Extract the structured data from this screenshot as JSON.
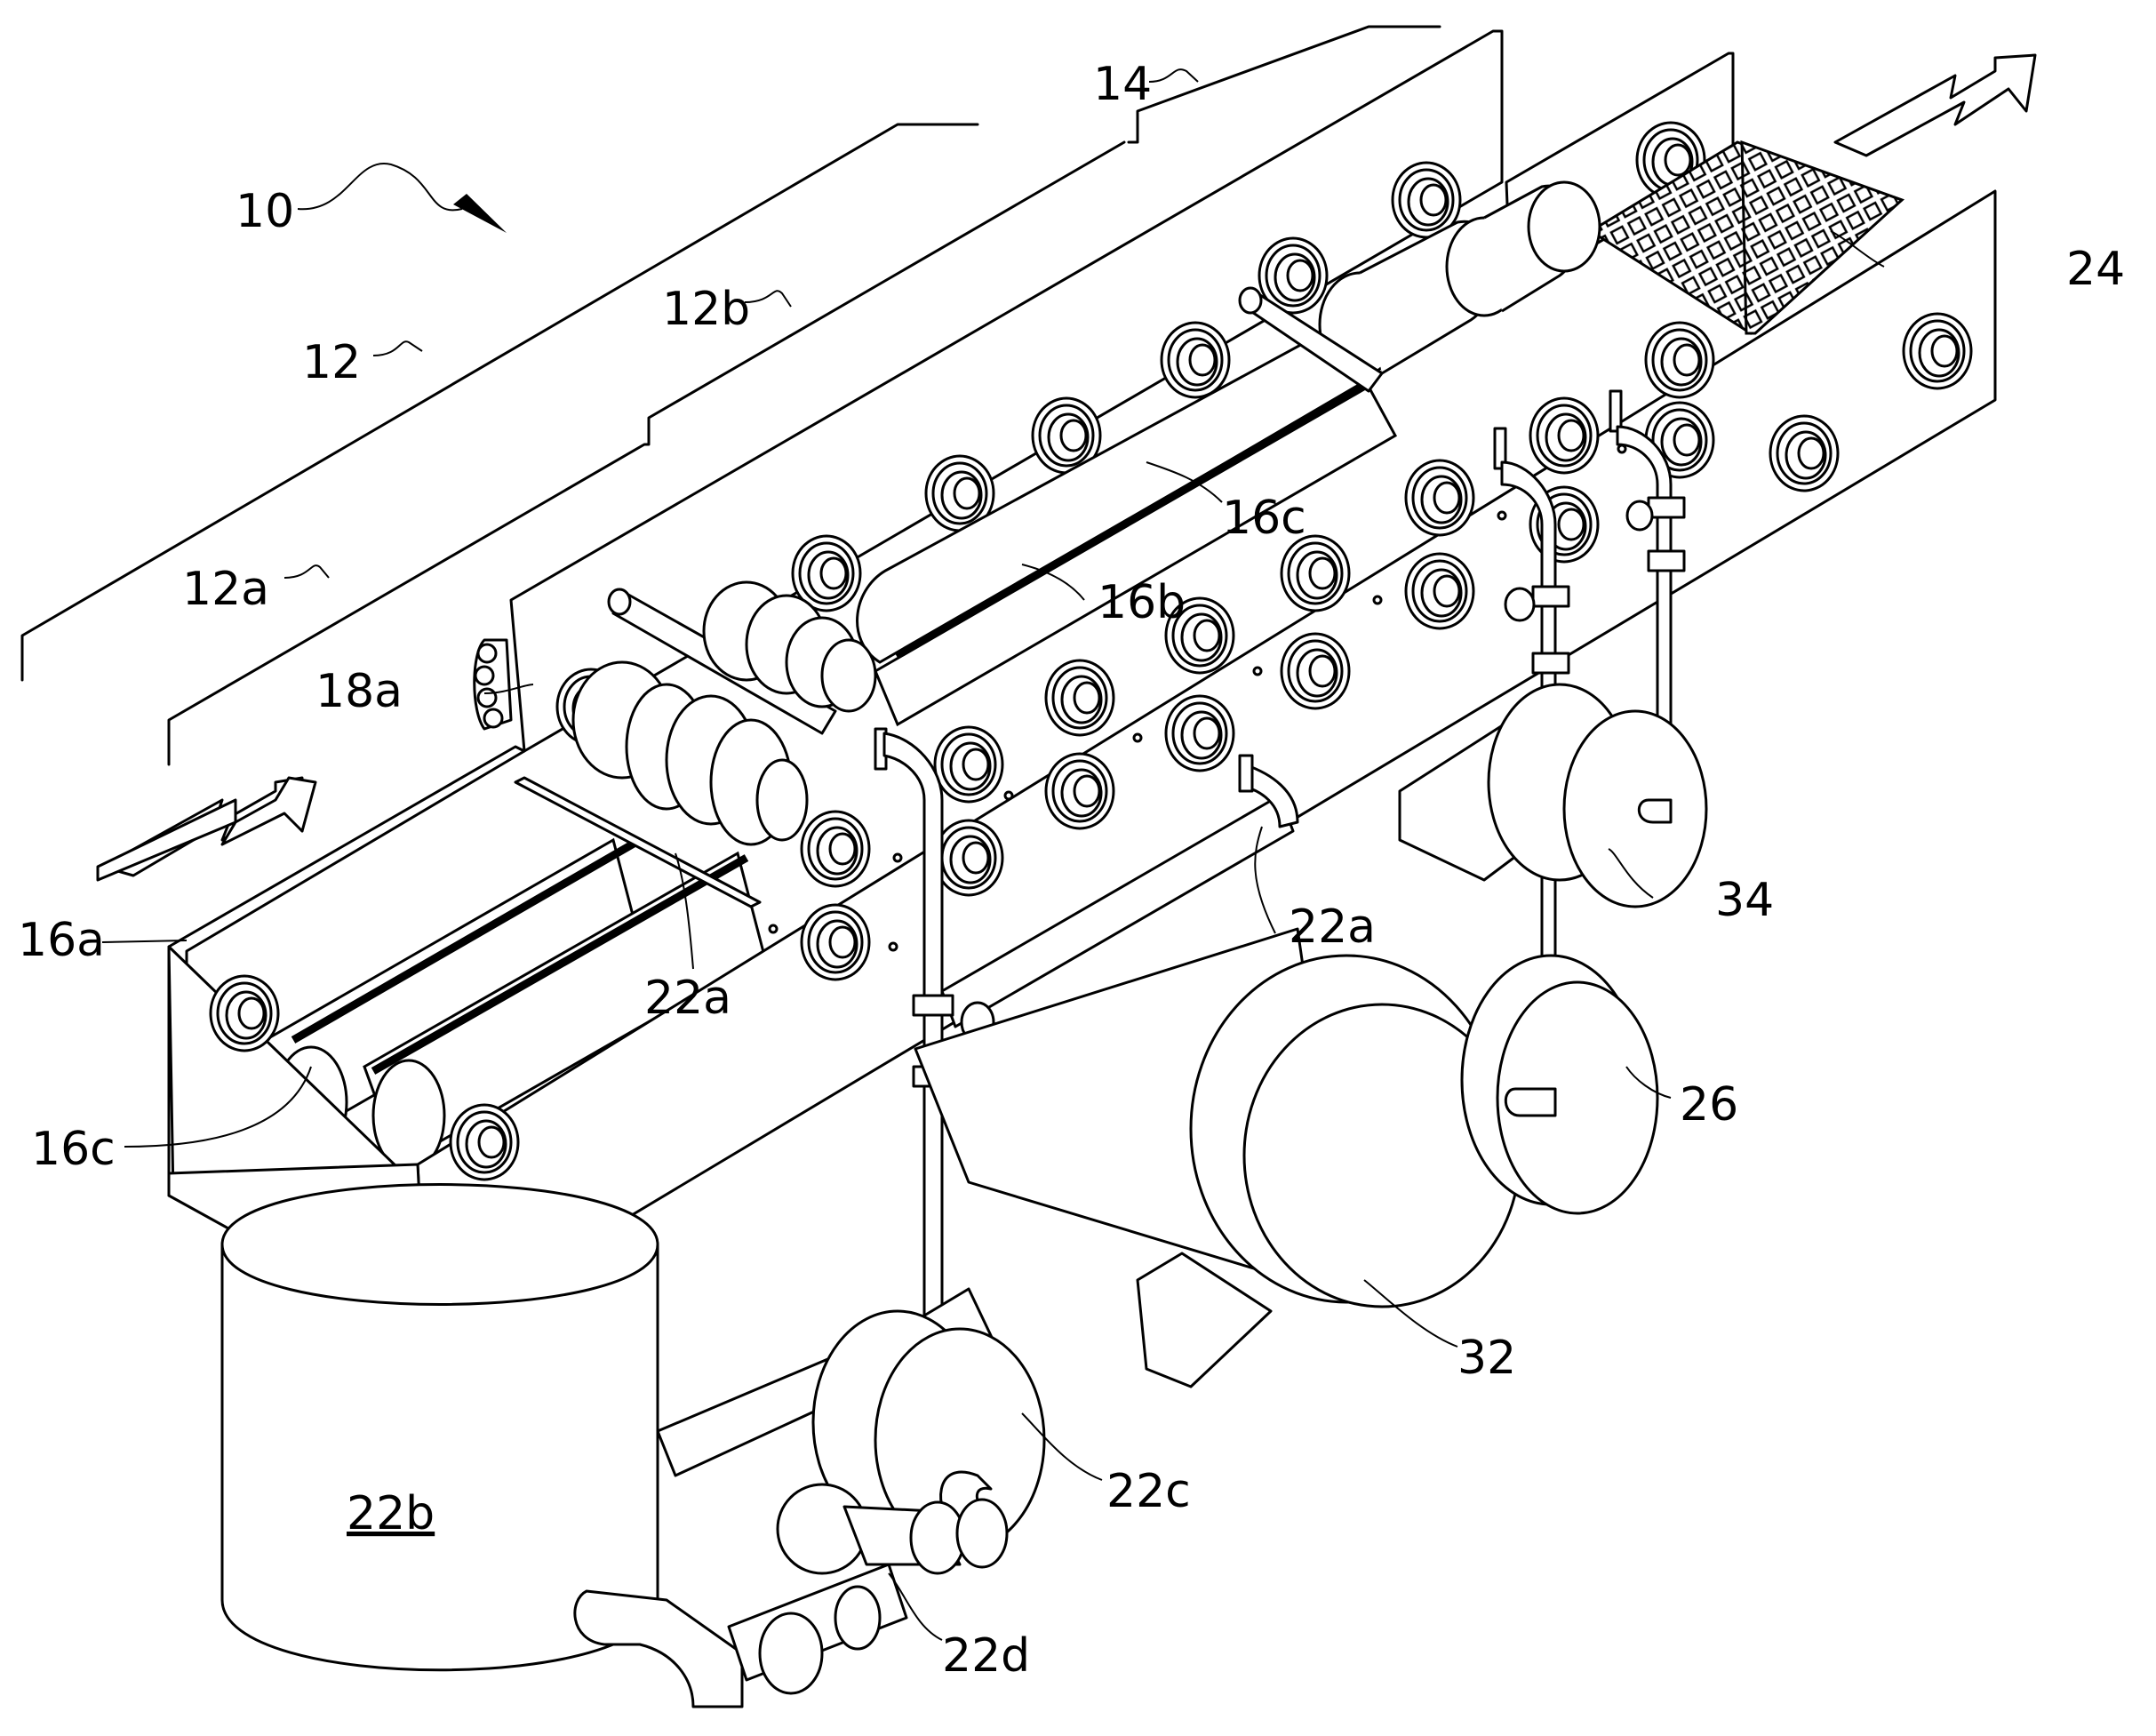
{
  "figure": {
    "reference_labels": {
      "system": "10",
      "housing": "12",
      "housing_section_a": "12a",
      "housing_section_b": "12b",
      "top_section": "14",
      "conveyor_a": "16a",
      "conveyor_b": "16b",
      "conveyor_c_upper": "16c",
      "conveyor_c_lower": "16c",
      "brush_drive": "18a",
      "spray_manifold_upper": "22a",
      "spray_manifold_lower": "22a",
      "reservoir": "22b",
      "pump": "22c",
      "pump_inlet": "22d",
      "outlet_screen": "24",
      "rinse_pump": "26",
      "tank": "32",
      "aux_pump": "34"
    },
    "arrows": {
      "direction_in": "inlet",
      "direction_out": "outlet"
    }
  }
}
